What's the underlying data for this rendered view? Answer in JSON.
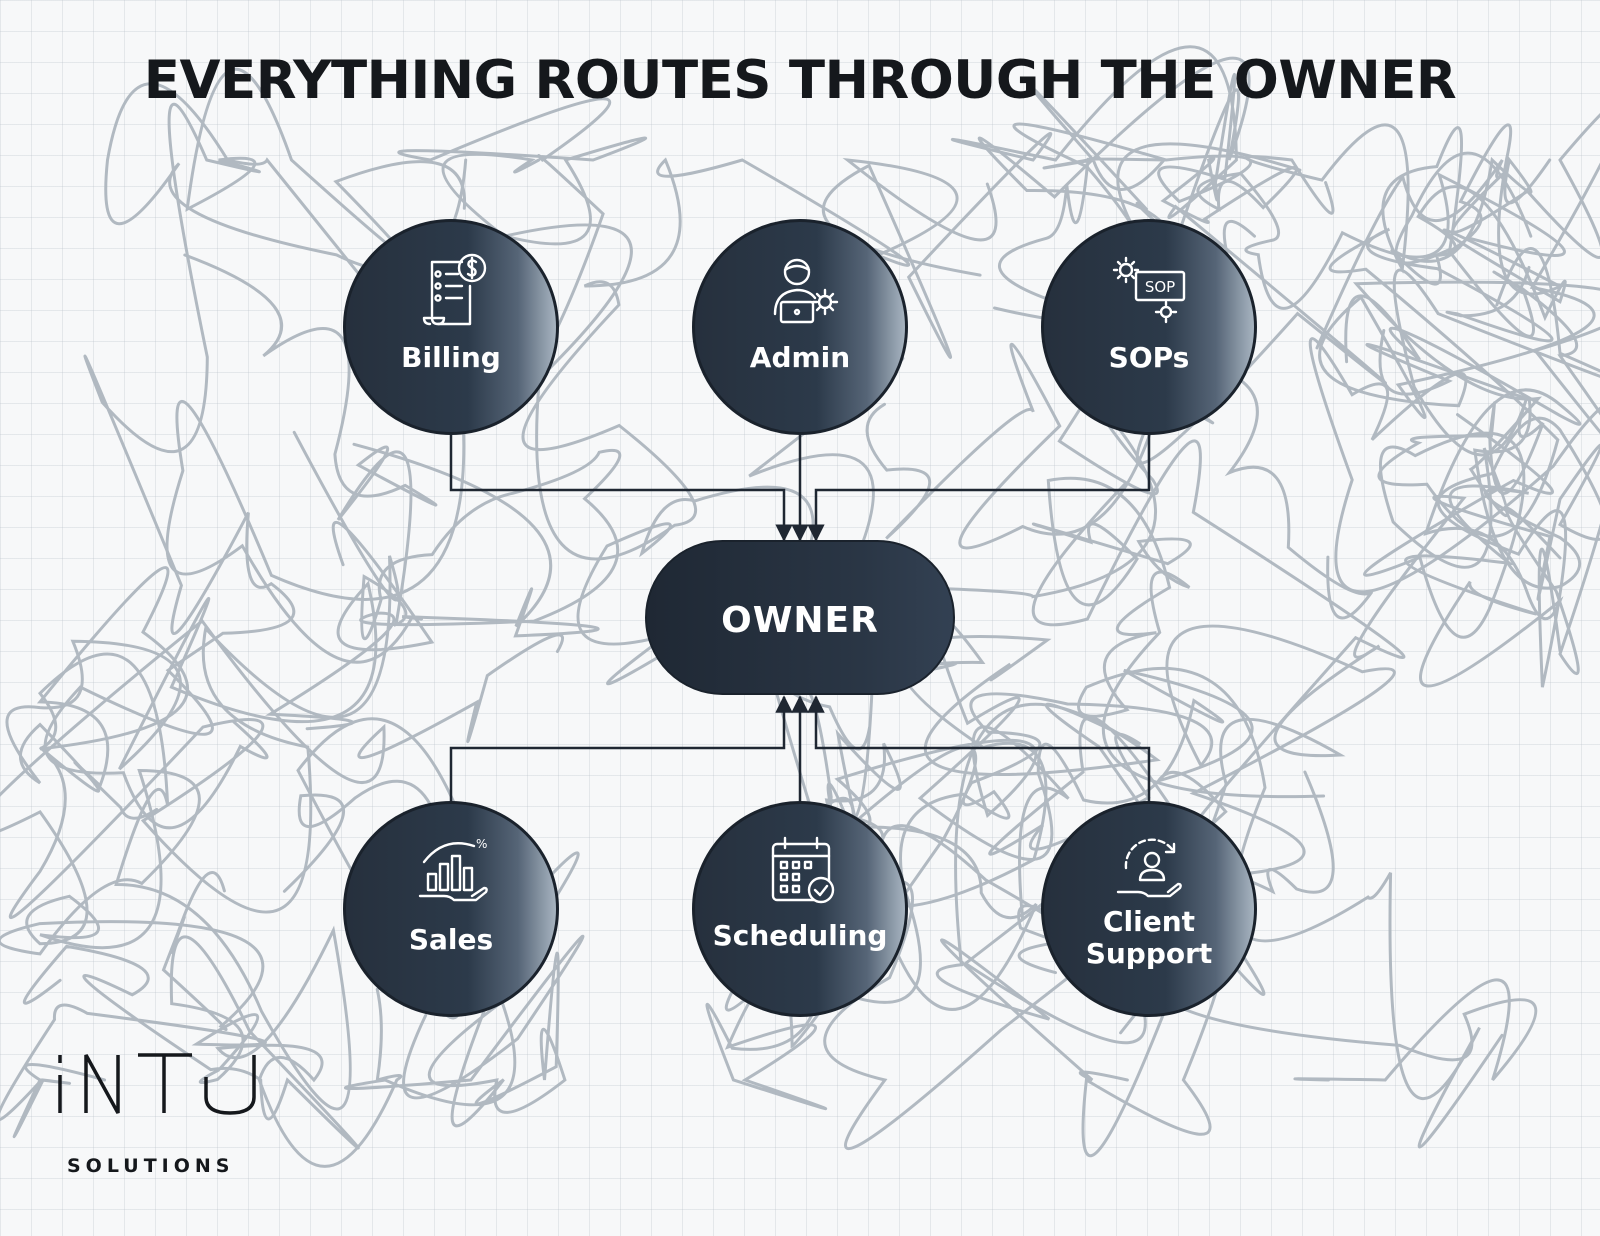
{
  "title": "EVERYTHING ROUTES THROUGH THE OWNER",
  "center": {
    "label": "OWNER"
  },
  "inputs_top": [
    {
      "id": "billing",
      "label": "Billing",
      "icon": "invoice-dollar-icon"
    },
    {
      "id": "admin",
      "label": "Admin",
      "icon": "admin-laptop-gear-icon"
    },
    {
      "id": "sops",
      "label": "SOPs",
      "icon": "sop-gears-icon"
    }
  ],
  "inputs_bottom": [
    {
      "id": "sales",
      "label": "Sales",
      "icon": "sales-chart-hand-icon"
    },
    {
      "id": "scheduling",
      "label": "Scheduling",
      "icon": "calendar-check-icon"
    },
    {
      "id": "client-support",
      "label_line1": "Client",
      "label_line2": "Support",
      "icon": "client-support-hand-icon"
    }
  ],
  "sop_icon_text": "SOP",
  "brand": {
    "logo": "INTU",
    "tagline": "SOLUTIONS"
  },
  "colors": {
    "node": "#2c3a4a",
    "node_highlight": "#a7b4c0",
    "connector": "#1f2732",
    "scribble": "#aab3bc",
    "title": "#15181c"
  }
}
